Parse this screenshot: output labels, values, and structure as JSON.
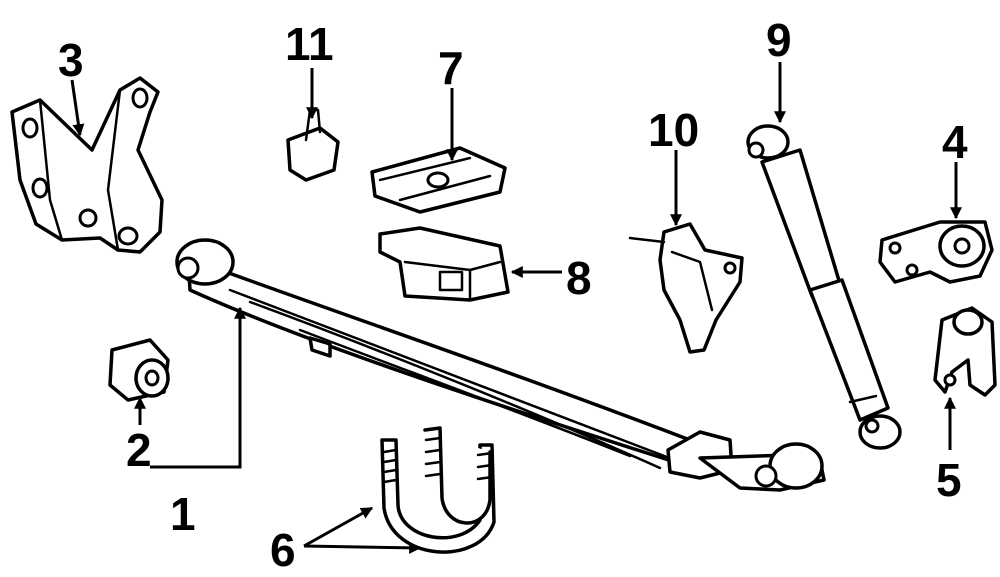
{
  "diagram": {
    "callouts": [
      {
        "id": "1",
        "label": "1"
      },
      {
        "id": "2",
        "label": "2"
      },
      {
        "id": "3",
        "label": "3"
      },
      {
        "id": "4",
        "label": "4"
      },
      {
        "id": "5",
        "label": "5"
      },
      {
        "id": "6",
        "label": "6"
      },
      {
        "id": "7",
        "label": "7"
      },
      {
        "id": "8",
        "label": "8"
      },
      {
        "id": "9",
        "label": "9"
      },
      {
        "id": "10",
        "label": "10"
      },
      {
        "id": "11",
        "label": "11"
      }
    ],
    "colors": {
      "ink": "#000000",
      "paper": "#ffffff"
    }
  }
}
